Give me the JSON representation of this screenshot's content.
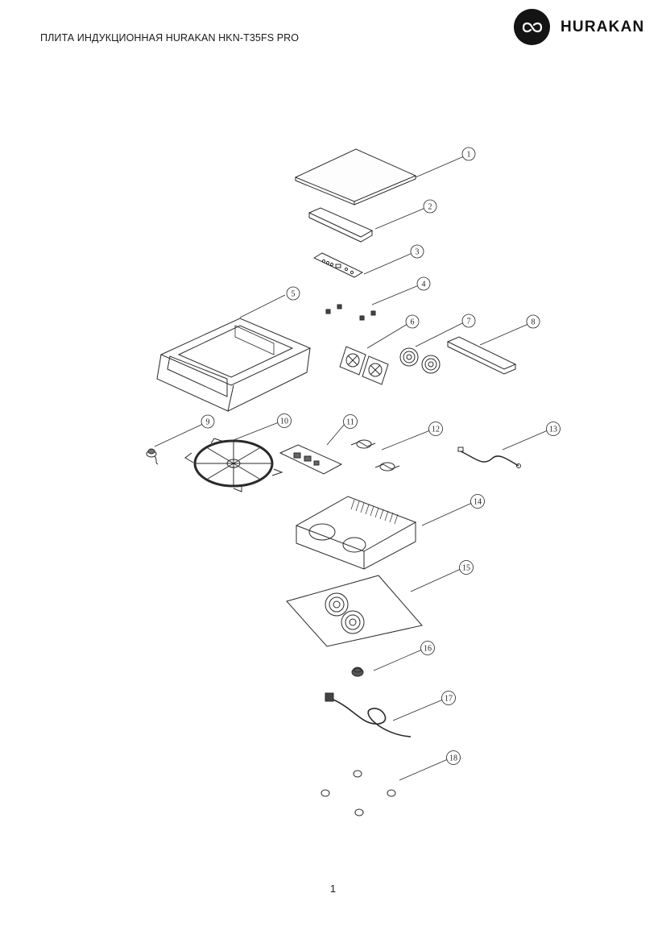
{
  "header": {
    "title": "ПЛИТА ИНДУКЦИОННАЯ HURAKAN HKN-T35FS PRO",
    "brand": "HURAKAN",
    "brand_color": "#141414",
    "logo_icon": "hurakan-logo-icon"
  },
  "diagram": {
    "callouts": [
      "1",
      "2",
      "3",
      "4",
      "5",
      "6",
      "7",
      "8",
      "9",
      "10",
      "11",
      "12",
      "13",
      "14",
      "15",
      "16",
      "17",
      "18"
    ]
  },
  "footer": {
    "page_number": "1"
  }
}
